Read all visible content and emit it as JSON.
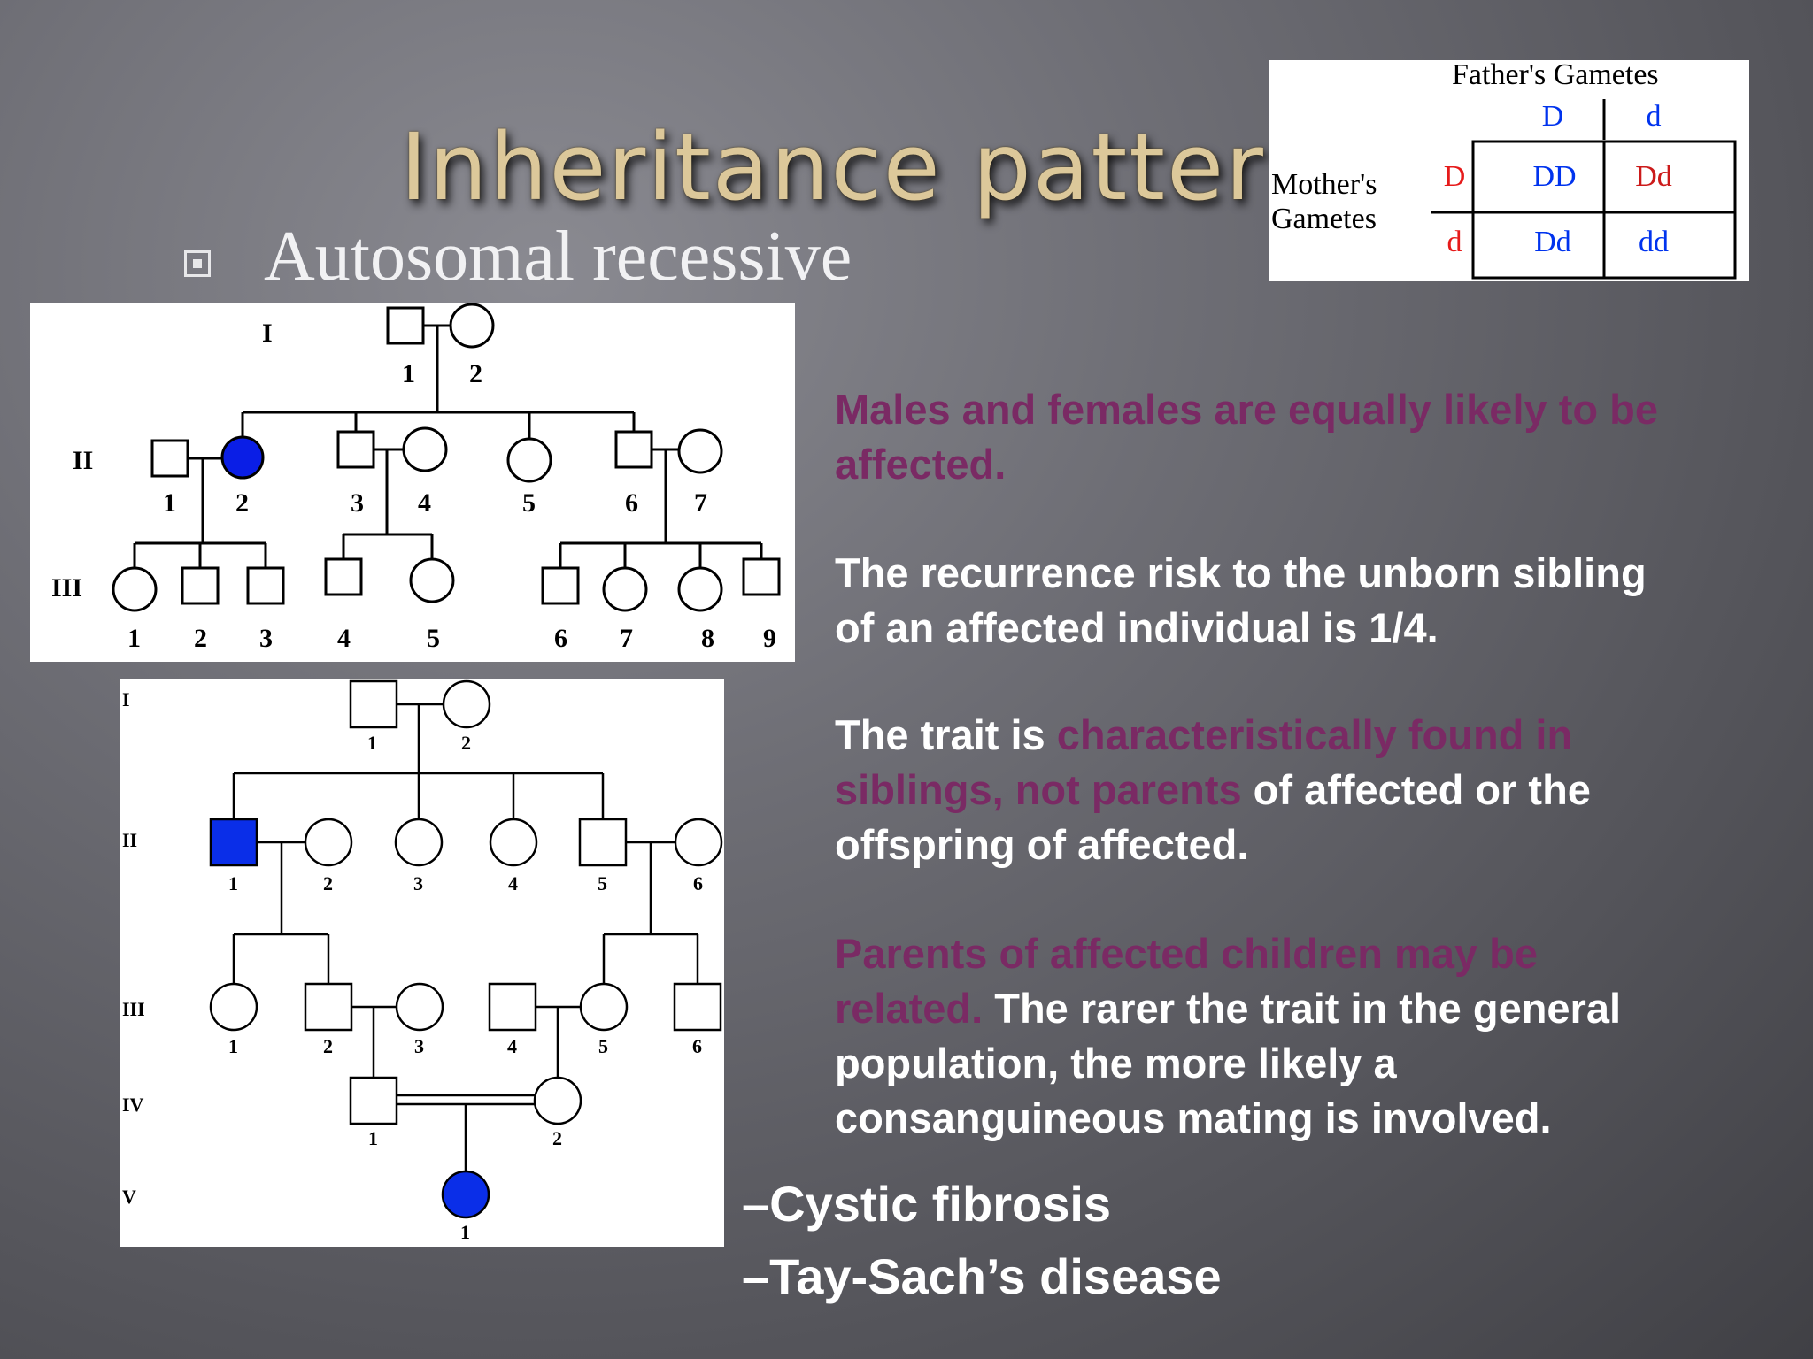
{
  "slide": {
    "title": "Inheritance patter",
    "subtitle": "Autosomal recessive",
    "colors": {
      "highlight": "#7a2a64",
      "affected": "#0a1ee6",
      "text": "#ffffff",
      "title": "#dcc89a"
    }
  },
  "punnett": {
    "header": "Father's Gametes",
    "father_alleles": [
      "D",
      "d"
    ],
    "mother_label_line1": "Mother's",
    "mother_label_line2": "Gametes",
    "mother_alleles": [
      "D",
      "d"
    ],
    "cells": [
      [
        "DD",
        "Dd"
      ],
      [
        "Dd",
        "dd"
      ]
    ]
  },
  "pedigree1": {
    "generations": [
      "I",
      "II",
      "III"
    ],
    "gen1_numbers": [
      "1",
      "2"
    ],
    "gen2_numbers": [
      "1",
      "2",
      "3",
      "4",
      "5",
      "6",
      "7"
    ],
    "gen3_numbers": [
      "1",
      "2",
      "3",
      "4",
      "5",
      "6",
      "7",
      "8",
      "9"
    ]
  },
  "pedigree2": {
    "generations": [
      "I",
      "II",
      "III",
      "IV",
      "V"
    ],
    "gen1_numbers": [
      "1",
      "2"
    ],
    "gen2_numbers": [
      "1",
      "2",
      "3",
      "4",
      "5",
      "6"
    ],
    "gen3_numbers": [
      "1",
      "2",
      "3",
      "4",
      "5",
      "6"
    ],
    "gen4_numbers": [
      "1",
      "2"
    ],
    "gen5_numbers": [
      "1"
    ]
  },
  "points": {
    "p1_line1": "Males and females are equally likely to be",
    "p1_line2": "affected.",
    "p2_line1": "The recurrence risk to the unborn sibling",
    "p2_line2": "of an affected individual is 1/4.",
    "p3_prefix": "The trait is ",
    "p3_highlight_a": "characteristically found in",
    "p3_highlight_b": "siblings, not parents",
    "p3_suffix": " of affected or the",
    "p3_line3": "offspring of affected.",
    "p4_highlight_a": "Parents of affected children may be",
    "p4_highlight_b": "related.",
    "p4_rest_a": " The rarer the trait in the general",
    "p4_rest_b": "population, the more likely a",
    "p4_rest_c": "consanguineous mating is involved."
  },
  "examples": [
    "–Cystic fibrosis",
    "–Tay-Sach’s disease"
  ]
}
